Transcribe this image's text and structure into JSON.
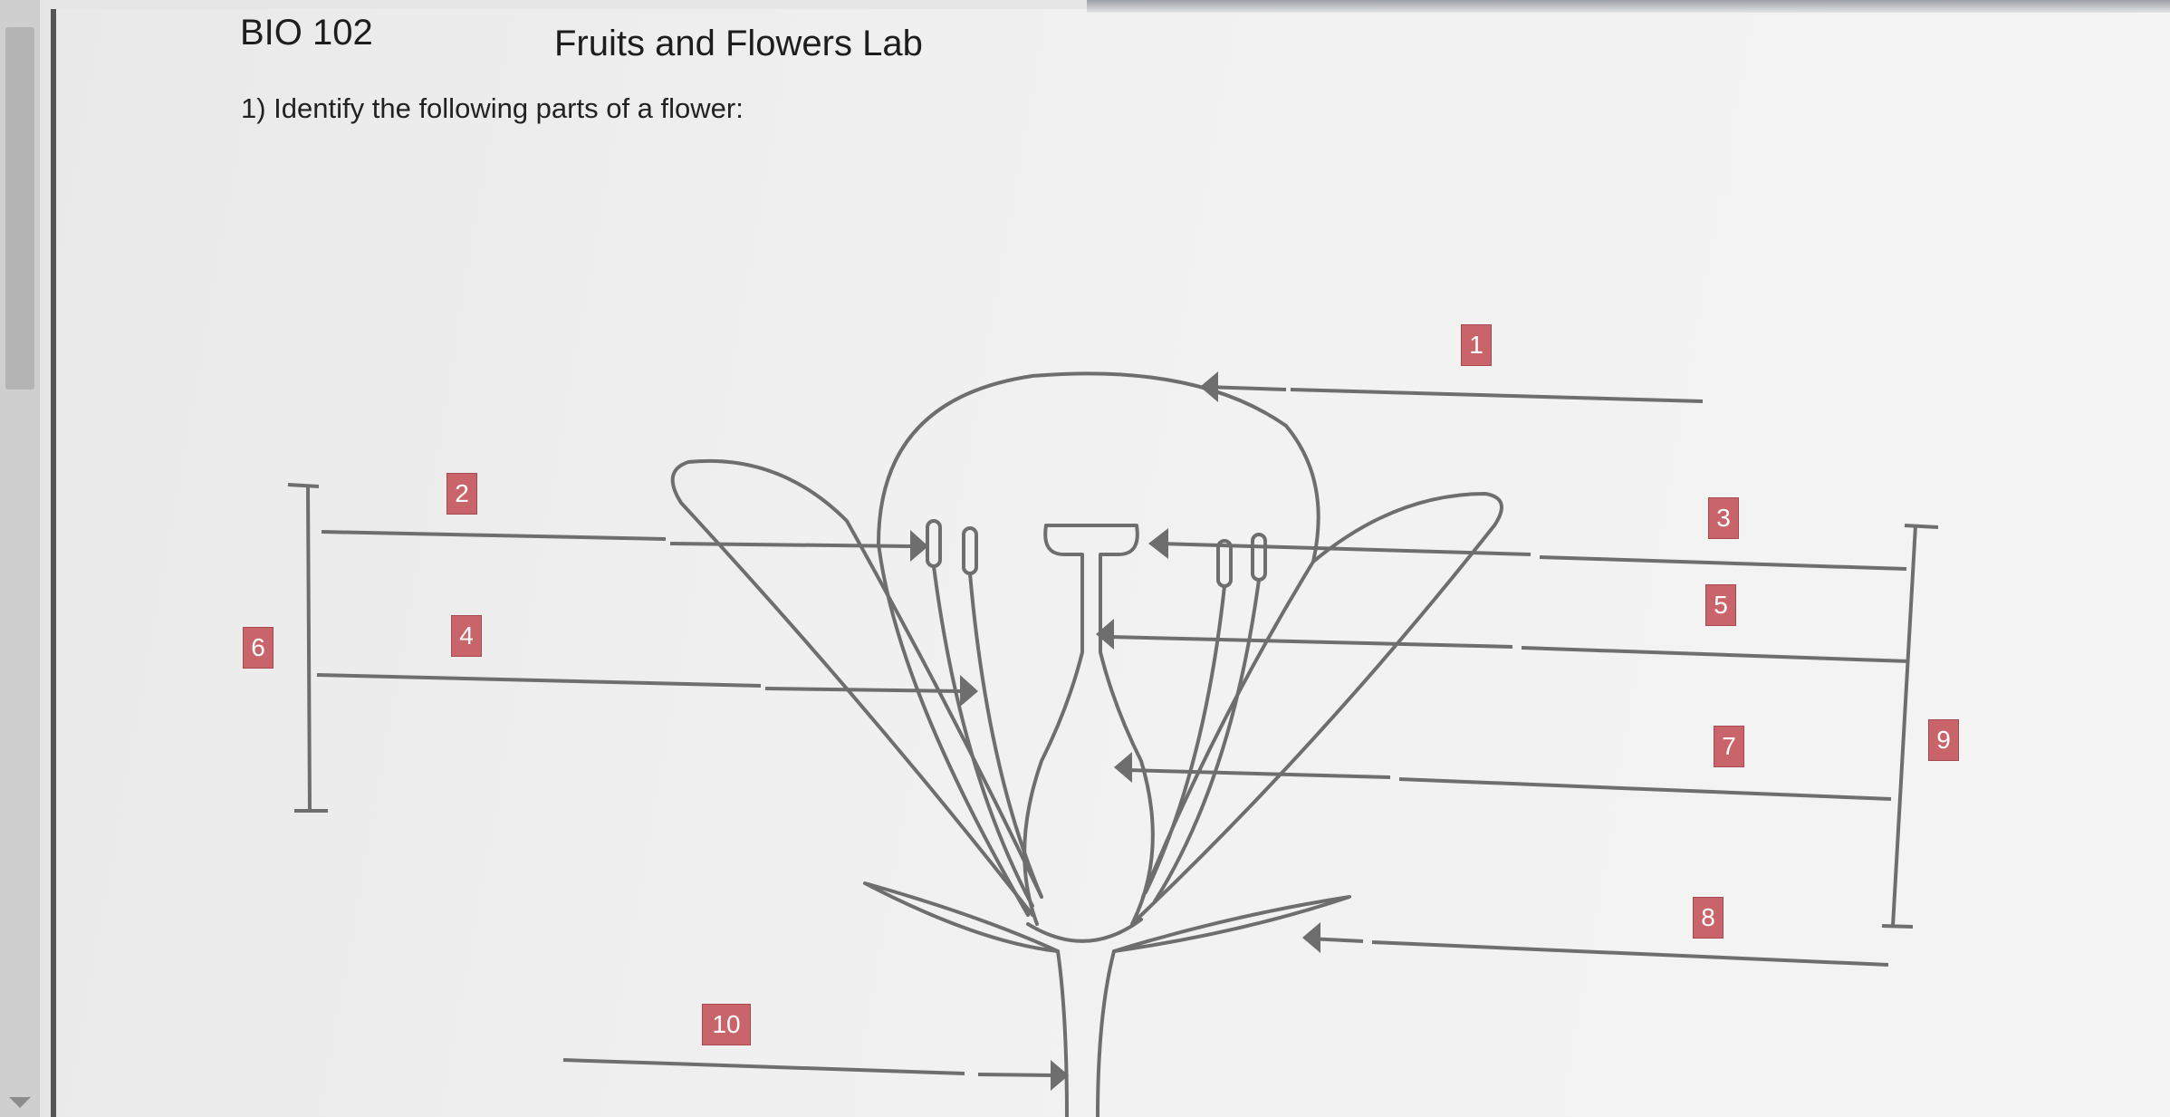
{
  "header": {
    "course": "BIO 102",
    "title": "Fruits and Flowers Lab"
  },
  "question": "1) Identify the following parts of a flower:",
  "labels": [
    "1",
    "2",
    "3",
    "4",
    "5",
    "6",
    "7",
    "8",
    "9",
    "10"
  ],
  "colors": {
    "badge": "#c9656a",
    "line": "#6e6e6e"
  }
}
